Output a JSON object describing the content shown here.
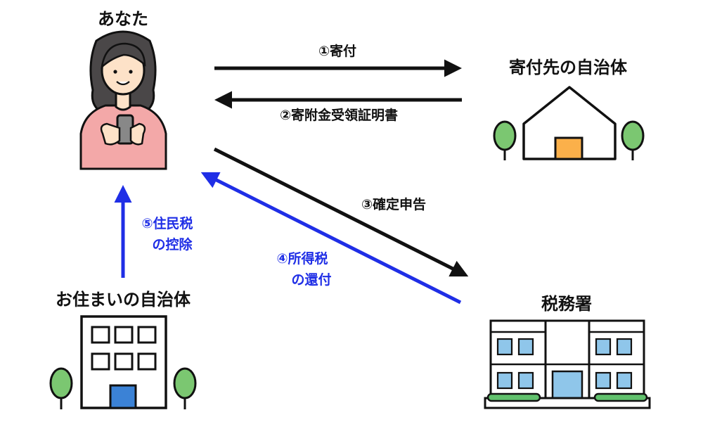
{
  "nodes": {
    "you": "あなた",
    "recipient": "寄付先の自治体",
    "home": "お住まいの自治体",
    "tax_office": "税務署"
  },
  "steps": {
    "s1": "①寄付",
    "s2": "②寄附金受領証明書",
    "s3": "③確定申告",
    "s4_line1": "④所得税",
    "s4_line2": "の還付",
    "s5_line1": "⑤住民税",
    "s5_line2": "の控除"
  },
  "colors": {
    "black": "#111111",
    "blue": "#1f2ee6",
    "pink": "#f3a8a8",
    "hair": "#4a4748",
    "skin": "#fde2c8",
    "tree": "#7bc771",
    "door_orange": "#fbb04a",
    "door_blue": "#3b82d6",
    "window_blue": "#8fc6ea",
    "grass": "#61c16d"
  }
}
